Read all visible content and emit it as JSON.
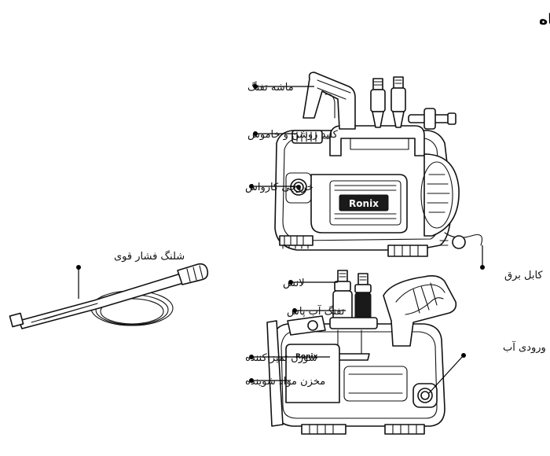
{
  "title": "اجزا و قطعات دستگاه",
  "brand": "Ronix",
  "labels": {
    "trigger": "ماشه تفنگ",
    "power_switch": "کلید روشن و خاموش",
    "outlet": "خروجی کارواش",
    "hose": "شلنگ فشار قوی",
    "power_cable": "کابل برق",
    "lance": "لانس",
    "spray_gun": "تفنگ آب پاش",
    "cleaning_needle": "سوزن تمیز کننده",
    "detergent_tank": "مخزن مواد شوینده",
    "water_inlet": "ورودی آب"
  },
  "colors": {
    "line": "#000000",
    "dark_fill": "#1a1a1a",
    "background": "#ffffff"
  }
}
